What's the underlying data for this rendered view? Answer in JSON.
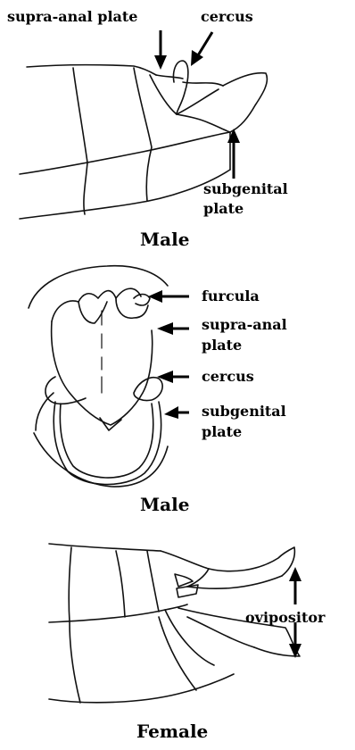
{
  "panels": [
    {
      "caption": "Male",
      "labels": {
        "supra_anal_plate": "supra-anal plate",
        "cercus": "cercus",
        "subgenital_plate": [
          "subgenital",
          "plate"
        ]
      }
    },
    {
      "caption": "Male",
      "labels": {
        "furcula": "furcula",
        "supra_anal_plate": [
          "supra-anal",
          "plate"
        ],
        "cercus": "cercus",
        "subgenital_plate": [
          "subgenital",
          "plate"
        ]
      }
    },
    {
      "caption": "Female",
      "labels": {
        "ovipositor": "ovipositor"
      }
    }
  ]
}
